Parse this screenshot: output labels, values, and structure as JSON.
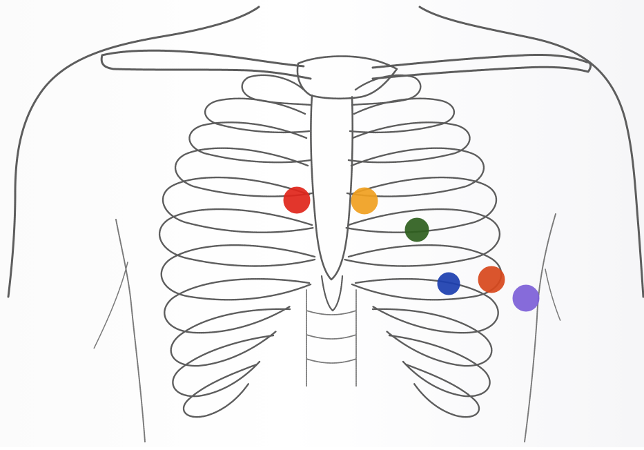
{
  "figure": {
    "subject": "chest-rib-cage-sketch",
    "stroke_color": "#5d5d5d",
    "background_color": "#ffffff"
  },
  "electrodes": [
    {
      "id": "electrode-red",
      "color": "#e0251b"
    },
    {
      "id": "electrode-yellow",
      "color": "#f0a020"
    },
    {
      "id": "electrode-green",
      "color": "#2e5f1e"
    },
    {
      "id": "electrode-blue",
      "color": "#1c3fb0"
    },
    {
      "id": "electrode-orange",
      "color": "#d8481c"
    },
    {
      "id": "electrode-purple",
      "color": "#7d60d8"
    }
  ]
}
